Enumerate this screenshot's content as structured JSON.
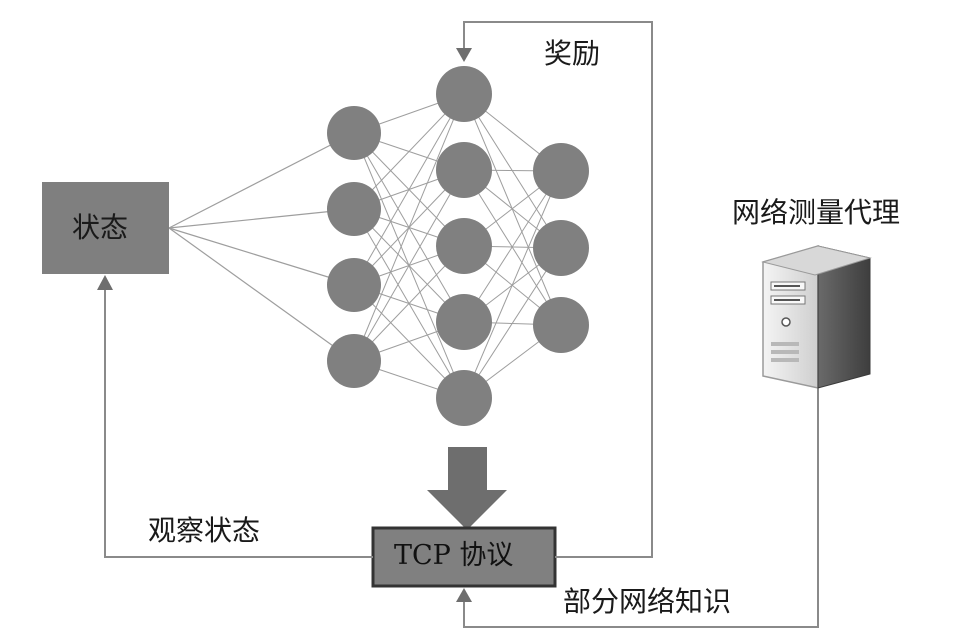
{
  "state_box": {
    "label": "状态"
  },
  "tcp_box": {
    "label": "TCP 协议"
  },
  "reward": {
    "label": "奖励"
  },
  "observe": {
    "label": "观察状态"
  },
  "partial_knowledge": {
    "label": "部分网络知识"
  },
  "agent": {
    "label": "网络测量代理",
    "icon": "server-tower-icon"
  },
  "network": {
    "layers": [
      4,
      5,
      3
    ]
  },
  "colors": {
    "box_fill": "#7f7f7f",
    "node_fill": "#808080",
    "line": "#9e9e9e",
    "arrow": "#6e6e6e"
  }
}
